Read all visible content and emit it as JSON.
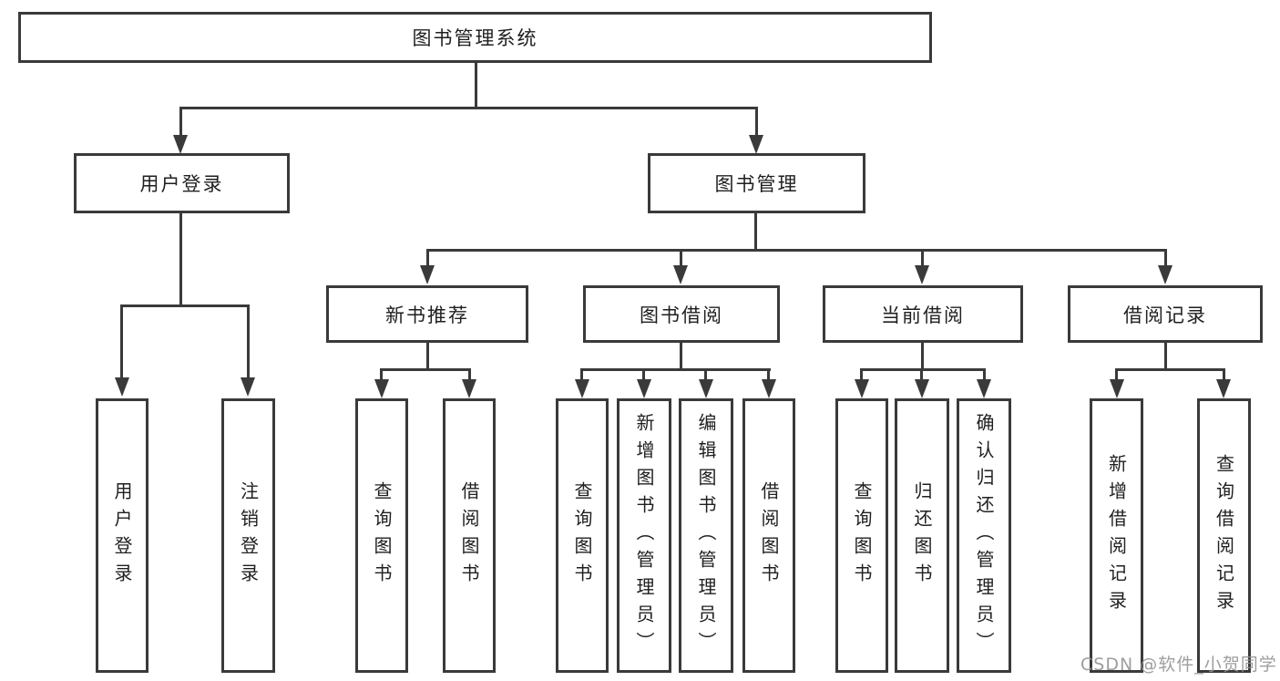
{
  "tree": {
    "root": {
      "label": "图书管理系统"
    },
    "branches": [
      {
        "label": "用户登录",
        "children": [
          {
            "label": "用户登录"
          },
          {
            "label": "注销登录"
          }
        ]
      },
      {
        "label": "图书管理",
        "groups": [
          {
            "label": "新书推荐",
            "children": [
              {
                "label": "查询图书"
              },
              {
                "label": "借阅图书"
              }
            ]
          },
          {
            "label": "图书借阅",
            "children": [
              {
                "label": "查询图书"
              },
              {
                "label": "新增图书（管理员）"
              },
              {
                "label": "编辑图书（管理员）"
              },
              {
                "label": "借阅图书"
              }
            ]
          },
          {
            "label": "当前借阅",
            "children": [
              {
                "label": "查询图书"
              },
              {
                "label": "归还图书"
              },
              {
                "label": "确认归还（管理员）"
              }
            ]
          },
          {
            "label": "借阅记录",
            "children": [
              {
                "label": "新增借阅记录"
              },
              {
                "label": "查询借阅记录"
              }
            ]
          }
        ]
      }
    ]
  },
  "watermark": {
    "text": "CSDN @软件_小贺同学"
  },
  "colors": {
    "line": "#3a3a3a",
    "text": "#1f1f1f",
    "background": "#ffffff",
    "watermark_text": "#949494"
  }
}
